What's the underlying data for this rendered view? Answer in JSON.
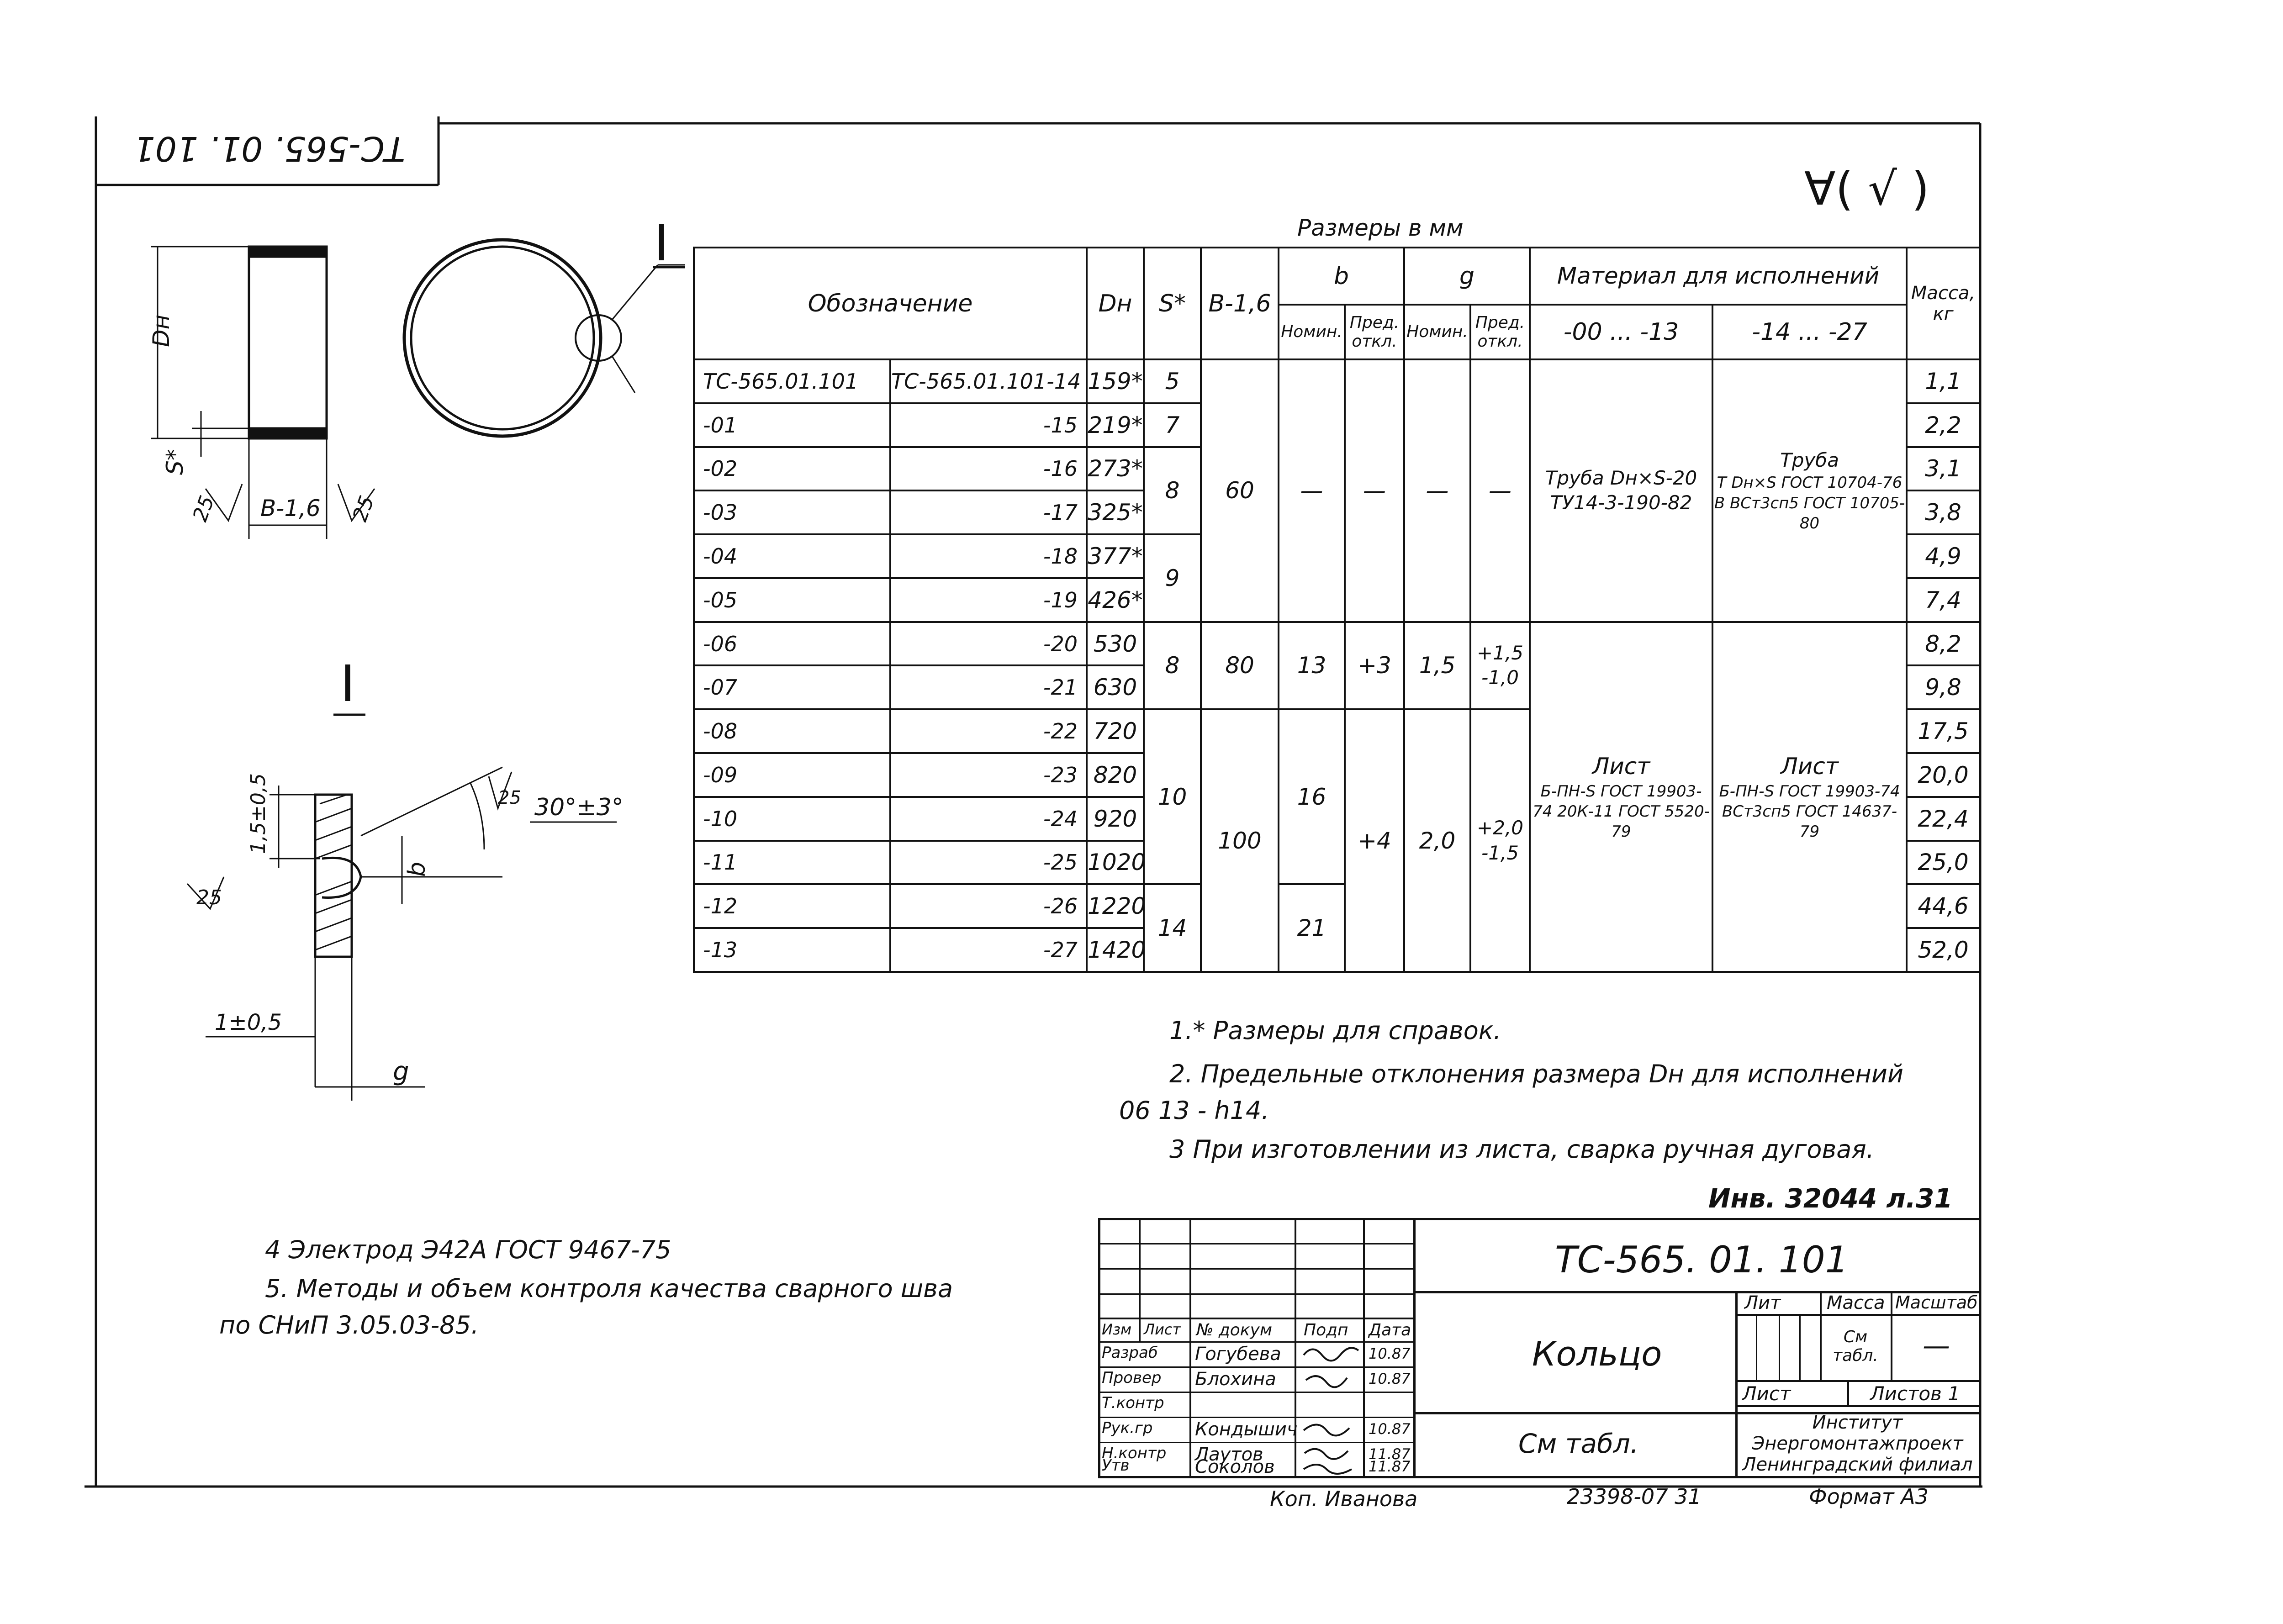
{
  "corner_stamp": "ТС-565. 01. 101",
  "roughness_mark": "∀( √ )",
  "dimensions_caption": "Размеры в мм",
  "drawing": {
    "section_mark": "I",
    "dim_dn": "Dн",
    "dim_s": "S*",
    "dim_b_width": "В-1,6",
    "roughness_25": "25",
    "detail_mark": "I",
    "angle_label": "30°±3°",
    "dim_15": "1,5±0,5",
    "dim_1": "1±0,5",
    "dim_b": "b",
    "dim_g": "g"
  },
  "table": {
    "headers": {
      "designation": "Обозначение",
      "dn": "Dн",
      "s": "S*",
      "b16": "В-1,6",
      "b": "b",
      "g": "g",
      "nomin": "Номин.",
      "pred": "Пред. откл.",
      "material": "Материал для исполнений",
      "range1": "-00 ... -13",
      "range2": "-14 ... -27",
      "mass": "Масса, кг"
    },
    "rows": [
      {
        "code1": "ТС-565.01.101",
        "code2": "ТС-565.01.101-14",
        "dn": "159*",
        "mass": "1,1"
      },
      {
        "code1": "-01",
        "code2": "-15",
        "dn": "219*",
        "mass": "2,2"
      },
      {
        "code1": "-02",
        "code2": "-16",
        "dn": "273*",
        "mass": "3,1"
      },
      {
        "code1": "-03",
        "code2": "-17",
        "dn": "325*",
        "mass": "3,8"
      },
      {
        "code1": "-04",
        "code2": "-18",
        "dn": "377*",
        "mass": "4,9"
      },
      {
        "code1": "-05",
        "code2": "-19",
        "dn": "426*",
        "mass": "7,4"
      },
      {
        "code1": "-06",
        "code2": "-20",
        "dn": "530",
        "mass": "8,2"
      },
      {
        "code1": "-07",
        "code2": "-21",
        "dn": "630",
        "mass": "9,8"
      },
      {
        "code1": "-08",
        "code2": "-22",
        "dn": "720",
        "mass": "17,5"
      },
      {
        "code1": "-09",
        "code2": "-23",
        "dn": "820",
        "mass": "20,0"
      },
      {
        "code1": "-10",
        "code2": "-24",
        "dn": "920",
        "mass": "22,4"
      },
      {
        "code1": "-11",
        "code2": "-25",
        "dn": "1020",
        "mass": "25,0"
      },
      {
        "code1": "-12",
        "code2": "-26",
        "dn": "1220",
        "mass": "44,6"
      },
      {
        "code1": "-13",
        "code2": "-27",
        "dn": "1420",
        "mass": "52,0"
      }
    ],
    "s_groups": [
      "5",
      "7",
      "8",
      "9",
      "8",
      "10",
      "14"
    ],
    "b16_groups": [
      "60",
      "80",
      "100"
    ],
    "dash": "—",
    "b_nomin": [
      "13",
      "16",
      "21"
    ],
    "b_pred": [
      "+3",
      "+4"
    ],
    "g_nomin": [
      "1,5",
      "2,0"
    ],
    "g_pred": [
      "+1,5 -1,0",
      "+2,0 -1,5"
    ],
    "material_pipe_1": "Труба Dн×S-20 ТУ14-3-190-82",
    "material_pipe_2_head": "Труба",
    "material_pipe_2_body": "Т Dн×S ГОСТ 10704-76 В ВСт3сп5 ГОСТ 10705-80",
    "material_sheet_1_head": "Лист",
    "material_sheet_1_body": "Б-ПН-S ГОСТ 19903-74 20К-11 ГОСТ 5520-79",
    "material_sheet_2_head": "Лист",
    "material_sheet_2_body": "Б-ПН-S ГОСТ 19903-74 ВСт3сп5 ГОСТ 14637-79"
  },
  "notes": {
    "n1": "1.* Размеры для справок.",
    "n2a": "2. Предельные отклонения размера Dн для исполнений",
    "n2b": "06 13 - h14.",
    "n3": "3 При изготовлении из листа, сварка ручная дуговая.",
    "n4": "4 Электрод Э42А ГОСТ 9467-75",
    "n5a": "5. Методы и объем контроля качества сварного шва",
    "n5b": "по СНиП 3.05.03-85."
  },
  "inventory": "Инв. 32044 л.31",
  "title_block": {
    "doc_code": "ТС-565. 01. 101",
    "name": "Кольцо",
    "material": "См табл.",
    "hdr_izm": "Изм",
    "hdr_list": "Лист",
    "hdr_doc": "№ докум",
    "hdr_sign": "Подп",
    "hdr_date": "Дата",
    "roles": [
      "Разраб",
      "Провер",
      "Т.контр",
      "Рук.гр",
      "Н.контр",
      "Утв"
    ],
    "persons": [
      "Гогубева",
      "Блохина",
      "",
      "Кондышич",
      "Лаутов",
      "Соколов"
    ],
    "dates": [
      "10.87",
      "10.87",
      "",
      "10.87",
      "11.87",
      "11.87"
    ],
    "lit": "Лит",
    "massa": "Масса",
    "masshtab": "Масштаб",
    "massa_value": "См табл.",
    "masshtab_value": "—",
    "sheet": "Лист",
    "sheets": "Листов 1",
    "org": "Институт Энергомонтажпроект Ленинградский филиал"
  },
  "footer": {
    "copied": "Коп. Иванова",
    "number": "23398-07 31",
    "format": "Формат А3"
  }
}
